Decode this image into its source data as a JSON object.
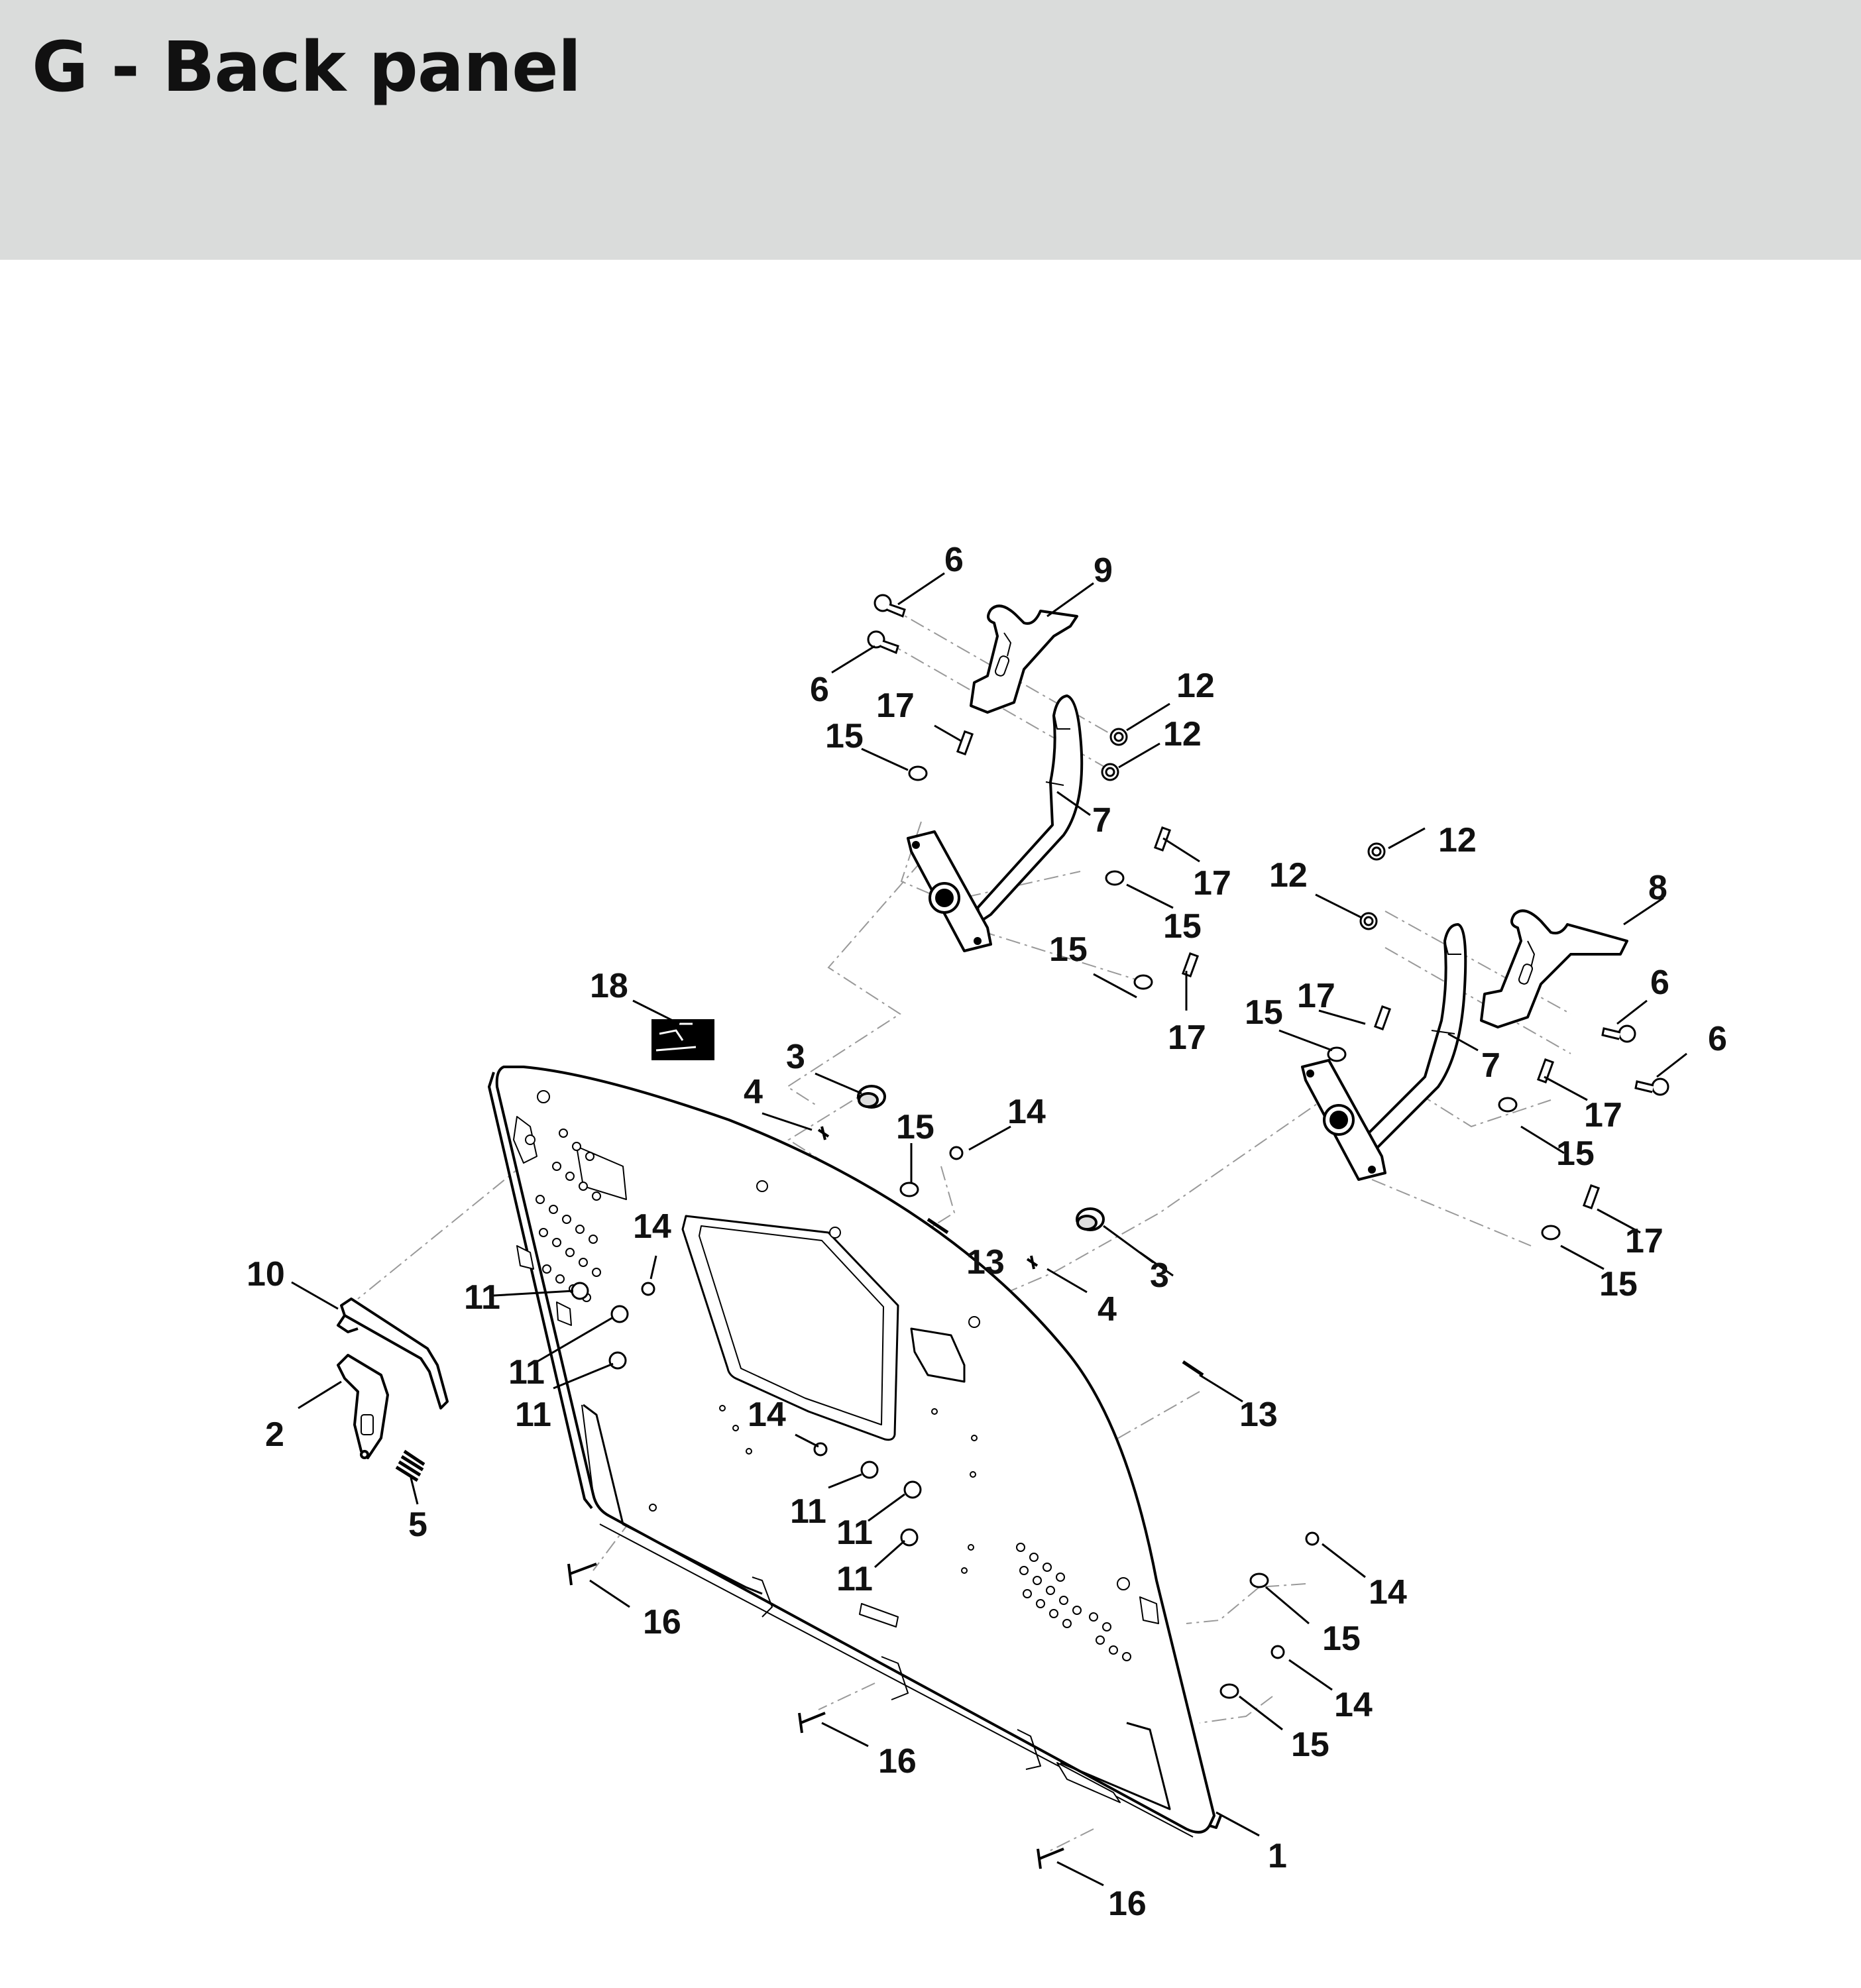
{
  "page": {
    "title": "G - Back panel"
  },
  "callouts": [
    {
      "id": "c-6a",
      "label": "6"
    },
    {
      "id": "c-9",
      "label": "9"
    },
    {
      "id": "c-6b",
      "label": "6"
    },
    {
      "id": "c-17a",
      "label": "17"
    },
    {
      "id": "c-15a",
      "label": "15"
    },
    {
      "id": "c-12a",
      "label": "12"
    },
    {
      "id": "c-12b",
      "label": "12"
    },
    {
      "id": "c-7a",
      "label": "7"
    },
    {
      "id": "c-12c",
      "label": "12"
    },
    {
      "id": "c-12d",
      "label": "12"
    },
    {
      "id": "c-8",
      "label": "8"
    },
    {
      "id": "c-17b",
      "label": "17"
    },
    {
      "id": "c-15b",
      "label": "15"
    },
    {
      "id": "c-15c",
      "label": "15"
    },
    {
      "id": "c-17c",
      "label": "17"
    },
    {
      "id": "c-18",
      "label": "18"
    },
    {
      "id": "c-17d",
      "label": "17"
    },
    {
      "id": "c-15d",
      "label": "15"
    },
    {
      "id": "c-7b",
      "label": "7"
    },
    {
      "id": "c-6c",
      "label": "6"
    },
    {
      "id": "c-6d",
      "label": "6"
    },
    {
      "id": "c-3a",
      "label": "3"
    },
    {
      "id": "c-4a",
      "label": "4"
    },
    {
      "id": "c-15e",
      "label": "15"
    },
    {
      "id": "c-14a",
      "label": "14"
    },
    {
      "id": "c-17e",
      "label": "17"
    },
    {
      "id": "c-15f",
      "label": "15"
    },
    {
      "id": "c-13a",
      "label": "13"
    },
    {
      "id": "c-14b",
      "label": "14"
    },
    {
      "id": "c-3b",
      "label": "3"
    },
    {
      "id": "c-4b",
      "label": "4"
    },
    {
      "id": "c-17f",
      "label": "17"
    },
    {
      "id": "c-15g",
      "label": "15"
    },
    {
      "id": "c-10",
      "label": "10"
    },
    {
      "id": "c-11a",
      "label": "11"
    },
    {
      "id": "c-11b",
      "label": "11"
    },
    {
      "id": "c-11c",
      "label": "11"
    },
    {
      "id": "c-2",
      "label": "2"
    },
    {
      "id": "c-5",
      "label": "5"
    },
    {
      "id": "c-14c",
      "label": "14"
    },
    {
      "id": "c-13b",
      "label": "13"
    },
    {
      "id": "c-11d",
      "label": "11"
    },
    {
      "id": "c-11e",
      "label": "11"
    },
    {
      "id": "c-11f",
      "label": "11"
    },
    {
      "id": "c-16a",
      "label": "16"
    },
    {
      "id": "c-14d",
      "label": "14"
    },
    {
      "id": "c-15h",
      "label": "15"
    },
    {
      "id": "c-14e",
      "label": "14"
    },
    {
      "id": "c-15i",
      "label": "15"
    },
    {
      "id": "c-16b",
      "label": "16"
    },
    {
      "id": "c-1",
      "label": "1"
    },
    {
      "id": "c-16c",
      "label": "16"
    }
  ]
}
